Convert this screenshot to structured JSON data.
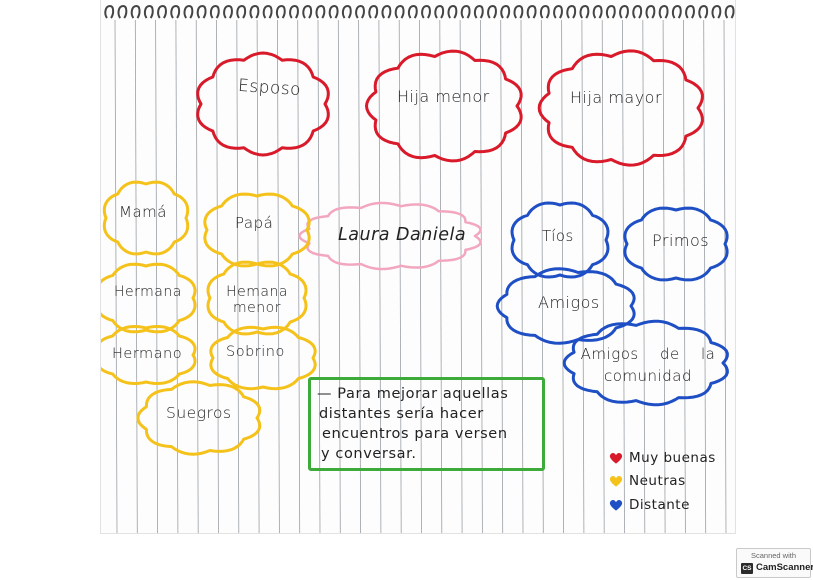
{
  "colors": {
    "muy_buenas": "#d81a2a",
    "neutras": "#f4c21a",
    "distante": "#1f4fc4",
    "center": "#f2a7bf",
    "note_border": "#3dab3a",
    "paper_lines": "#9aa0a6"
  },
  "center_name": "Laura Daniela",
  "red_clouds": [
    {
      "label": "Esposo"
    },
    {
      "label": "Hija menor"
    },
    {
      "label": "Hija mayor"
    }
  ],
  "yellow_clouds": [
    {
      "label": "Mamá"
    },
    {
      "label": "Papá"
    },
    {
      "label": "Hermana"
    },
    {
      "label": "Hemana menor"
    },
    {
      "label": "Hermano"
    },
    {
      "label": "Sobrino"
    },
    {
      "label": "Suegros"
    }
  ],
  "blue_clouds": [
    {
      "label": "Tíos"
    },
    {
      "label": "Primos"
    },
    {
      "label": "Amigos"
    },
    {
      "label": "Amigos de la comunidad"
    }
  ],
  "note": {
    "lines": [
      "— Para mejorar aquellas",
      "distantes sería hacer",
      "encuentros para versen",
      "y conversar."
    ]
  },
  "legend": [
    {
      "label": "Muy buenas",
      "icon": "red-heart-icon"
    },
    {
      "label": "Neutras",
      "icon": "yellow-heart-icon"
    },
    {
      "label": "Distante",
      "icon": "blue-heart-icon"
    }
  ],
  "watermark": {
    "line1": "Scanned with",
    "brand": "CamScanner",
    "logo_text": "CS"
  }
}
